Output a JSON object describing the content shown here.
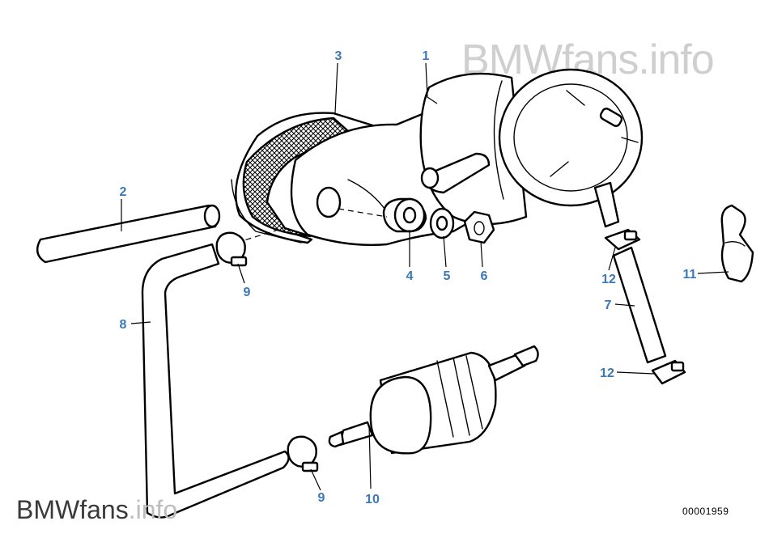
{
  "colors": {
    "callout": "#3a78b8",
    "line": "#000000",
    "watermark": "#cfcfcf"
  },
  "watermark": {
    "top": "BMWfans.info",
    "bottom_brand": "BMWfans",
    "bottom_suffix": ".info"
  },
  "diagram_id": "00001959",
  "callouts": [
    "1",
    "2",
    "3",
    "4",
    "5",
    "6",
    "7",
    "8",
    "9",
    "9",
    "10",
    "11",
    "12",
    "12"
  ]
}
